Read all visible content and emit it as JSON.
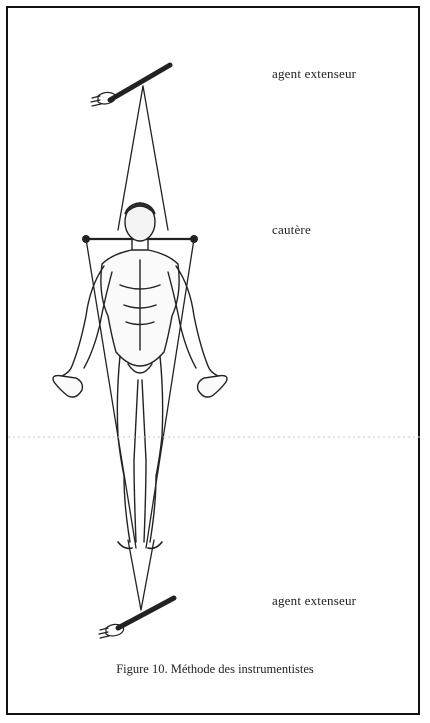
{
  "labels": {
    "top_extensor": "agent extenseur",
    "cautery": "cautère",
    "bottom_extensor": "agent extenseur"
  },
  "caption": "Figure 10. Méthode des instrumentistes",
  "colors": {
    "ink": "#222222",
    "background": "#ffffff",
    "frame": "#111111"
  }
}
